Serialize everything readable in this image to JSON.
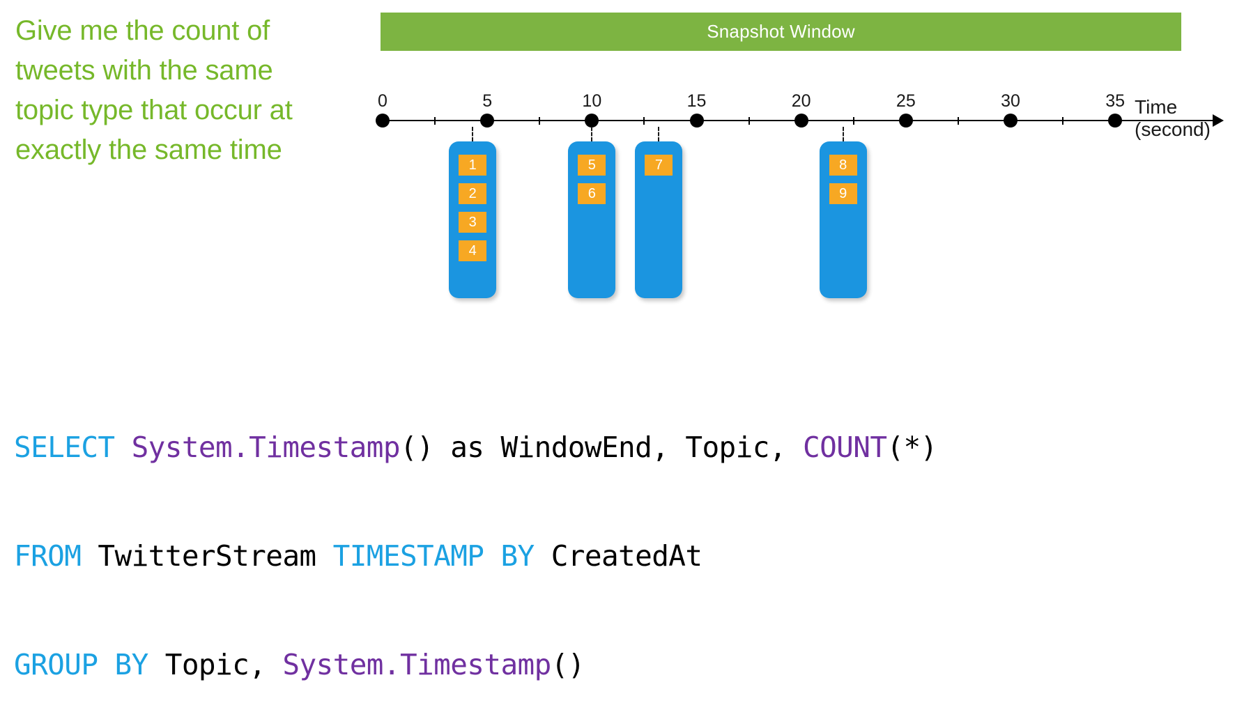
{
  "question": {
    "text": "Give me the count of tweets with the same topic type that occur at exactly the same time",
    "color": "#76B82A"
  },
  "snapshot_bar": {
    "label": "Snapshot Window",
    "color": "#7DB442",
    "text_color": "#FFFFFF"
  },
  "timeline": {
    "axis_title": "Time",
    "axis_unit": "(second)",
    "tick_labels": [
      "0",
      "5",
      "10",
      "15",
      "20",
      "25",
      "30",
      "35"
    ],
    "tick_values": [
      0,
      5,
      10,
      15,
      20,
      25,
      30,
      35
    ],
    "dot_color": "#000000",
    "line_color": "#000000"
  },
  "event_groups": [
    {
      "name": "group-at-4",
      "time": 4.3,
      "tiles": [
        "1",
        "2",
        "3",
        "4"
      ]
    },
    {
      "name": "group-at-10",
      "time": 10.0,
      "tiles": [
        "5",
        "6"
      ]
    },
    {
      "name": "group-at-13",
      "time": 13.2,
      "tiles": [
        "7"
      ]
    },
    {
      "name": "group-at-22",
      "time": 22.0,
      "tiles": [
        "8",
        "9"
      ]
    }
  ],
  "colors": {
    "event_box": "#1B95E0",
    "event_tile": "#F7A823",
    "tile_text": "#FFFFFF"
  },
  "sql": {
    "line1": [
      {
        "t": "SELECT ",
        "c": "kw"
      },
      {
        "t": "System.Timestamp",
        "c": "fn"
      },
      {
        "t": "() as WindowEnd, Topic, ",
        "c": "pl"
      },
      {
        "t": "COUNT",
        "c": "fn"
      },
      {
        "t": "(*)",
        "c": "pl"
      }
    ],
    "line2": [
      {
        "t": "FROM ",
        "c": "kw"
      },
      {
        "t": "TwitterStream ",
        "c": "pl"
      },
      {
        "t": "TIMESTAMP BY ",
        "c": "kw"
      },
      {
        "t": "CreatedAt",
        "c": "pl"
      }
    ],
    "line3": [
      {
        "t": "GROUP BY ",
        "c": "kw"
      },
      {
        "t": "Topic, ",
        "c": "pl"
      },
      {
        "t": "System.Timestamp",
        "c": "fn"
      },
      {
        "t": "()",
        "c": "pl"
      }
    ],
    "full_text": "SELECT System.Timestamp() as WindowEnd, Topic, COUNT(*)\nFROM TwitterStream TIMESTAMP BY CreatedAt\nGROUP BY Topic, System.Timestamp()",
    "keyword_color": "#1BA1E2",
    "function_color": "#7030A0",
    "plain_color": "#000000"
  },
  "chart_data": {
    "type": "timeline",
    "title": "Snapshot Window",
    "xlabel": "Time (second)",
    "xlim": [
      0,
      35
    ],
    "xticks": [
      0,
      5,
      10,
      15,
      20,
      25,
      30,
      35
    ],
    "grid": false,
    "legend": "none",
    "events": [
      {
        "time": 4.3,
        "ids": [
          1,
          2,
          3,
          4
        ],
        "count": 4
      },
      {
        "time": 10.0,
        "ids": [
          5,
          6
        ],
        "count": 2
      },
      {
        "time": 13.2,
        "ids": [
          7
        ],
        "count": 1
      },
      {
        "time": 22.0,
        "ids": [
          8,
          9
        ],
        "count": 2
      }
    ],
    "annotations": [
      "Snapshot Window spans the full timeline"
    ]
  }
}
